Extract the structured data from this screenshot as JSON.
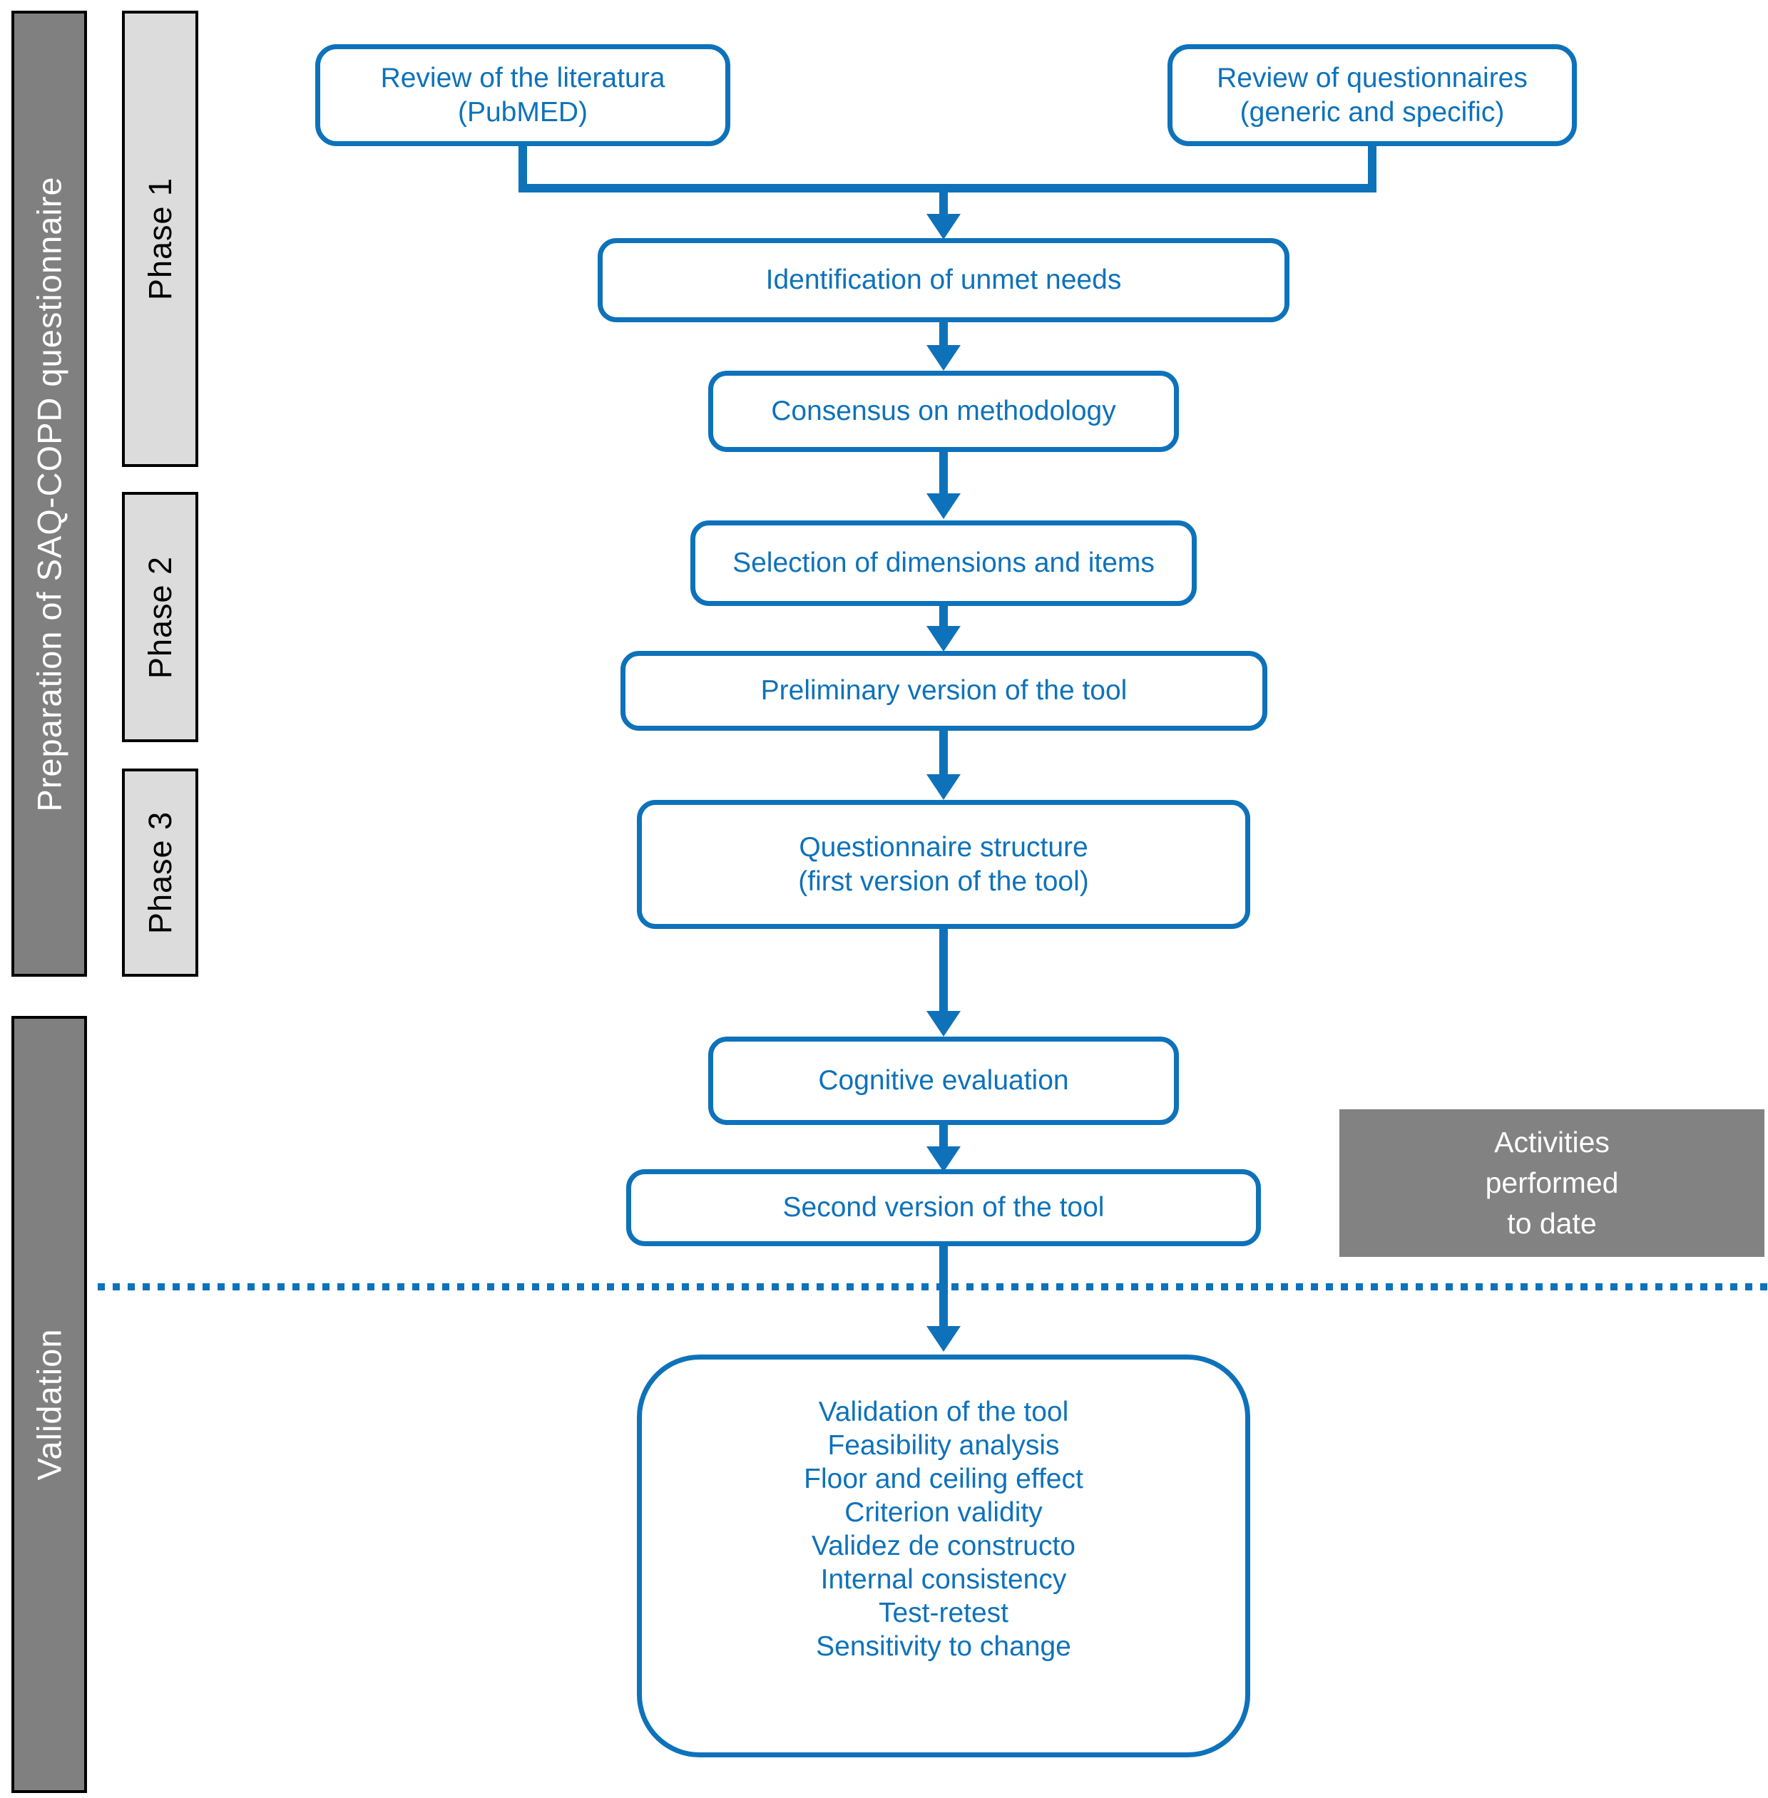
{
  "colors": {
    "accent": "#0E72BA",
    "bar_dark": "#808080",
    "bar_light": "#DCDCDC",
    "activities_bg": "#828282"
  },
  "sidebars": {
    "preparation": "Preparation of SAQ-COPD questionnaire",
    "validation": "Validation"
  },
  "phases": {
    "phase1": "Phase 1",
    "phase2": "Phase 2",
    "phase3": "Phase 3"
  },
  "flow": {
    "review_literature": {
      "line1": "Review of the literatura",
      "line2": "(PubMED)"
    },
    "review_questionnaires": {
      "line1": "Review of questionnaires",
      "line2": "(generic and specific)"
    },
    "identification": "Identification of unmet needs",
    "consensus": "Consensus on methodology",
    "selection": "Selection of dimensions and items",
    "preliminary": "Preliminary version of the tool",
    "questionnaire_structure": {
      "line1": "Questionnaire structure",
      "line2": "(first version of the tool)"
    },
    "cognitive": "Cognitive evaluation",
    "second_version": "Second version of the tool"
  },
  "activities_box": {
    "lines": [
      "Activities",
      "performed",
      "to date"
    ]
  },
  "validation_box": {
    "lines": [
      "Validation of the tool",
      "Feasibility analysis",
      "Floor and ceiling effect",
      "Criterion validity",
      "Validez de constructo",
      "Internal consistency",
      "Test-retest",
      "Sensitivity to change"
    ]
  }
}
